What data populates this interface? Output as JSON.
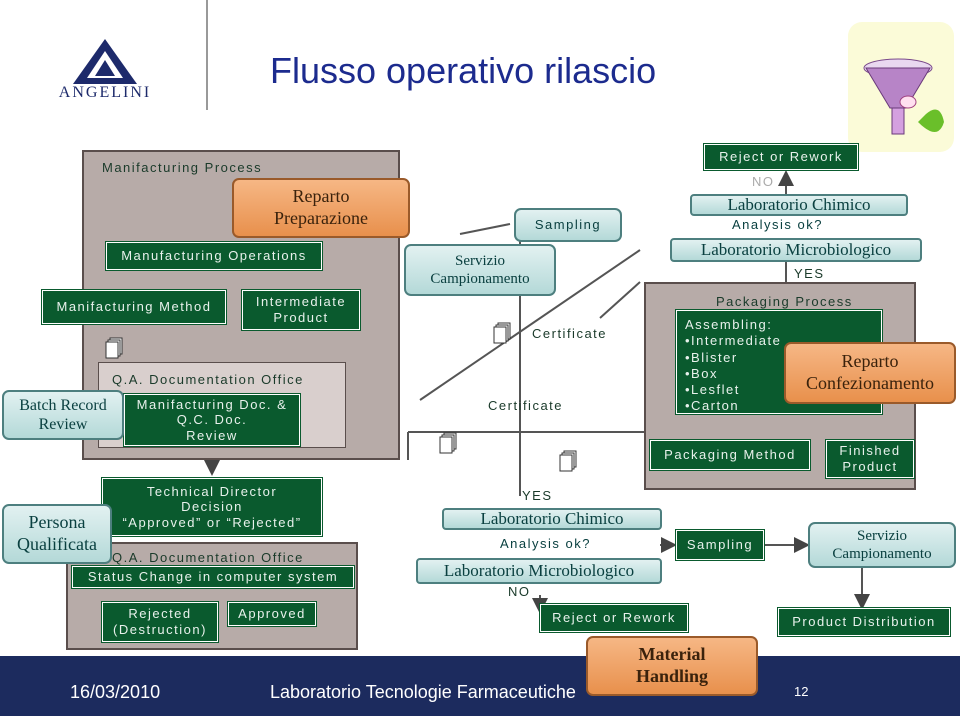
{
  "title": "Flusso operativo rilascio",
  "logo_text": "ANGELINI",
  "left_panel": {
    "manufacturing_process": "Manifacturing Process",
    "reparto_preparazione": "Reparto\nPreparazione",
    "manufacturing_operations": "Manufacturing Operations",
    "manifacturing_method": "Manifacturing Method",
    "intermediate_product": "Intermediate\nProduct",
    "qa_documentation_office": "Q.A. Documentation Office",
    "manifacturing_doc_review": "Manifacturing Doc. &\nQ.C. Doc.\nReview",
    "batch_record_review": "Batch Record\nReview"
  },
  "center_top": {
    "servizio_campionamento": "Servizio\nCampionamento",
    "sampling": "Sampling",
    "certificate_1": "Certificate",
    "certificate_2": "Certificate"
  },
  "right_panel": {
    "reject_or_rework": "Reject or Rework",
    "no": "NO",
    "lab_chimico": "Laboratorio Chimico",
    "analysis_ok": "Analysis ok?",
    "lab_microbiologico": "Laboratorio Microbiologico",
    "yes": "YES",
    "packaging_process": "Packaging Process",
    "assembling": "Assembling:\n•Intermediate\n•Blister\n•Box\n•Lesflet\n•Carton",
    "reparto_confezionamento": "Reparto\nConfezionamento",
    "packaging_method": "Packaging Method",
    "finished_product": "Finished\nProduct"
  },
  "bottom_left": {
    "technical_director": "Technical Director\nDecision\n“Approved” or “Rejected”",
    "persona_qualificata": "Persona\nQualificata",
    "qa_doc_office_status": "Q.A. Documentation Office",
    "status_change": "Status Change in computer system",
    "rejected": "Rejected\n(Destruction)",
    "approved": "Approved"
  },
  "bottom_center": {
    "yes": "YES",
    "lab_chimico": "Laboratorio Chimico",
    "analysis_ok": "Analysis ok?",
    "lab_microbiologico": "Laboratorio Microbiologico",
    "no": "NO",
    "reject_or_rework": "Reject or Rework",
    "sampling": "Sampling",
    "servizio_campionamento": "Servizio\nCampionamento",
    "product_distribution": "Product Distribution",
    "material_handling": "Material\nHandling"
  },
  "footer": {
    "date": "16/03/2010",
    "org": "Laboratorio Tecnologie Farmaceutiche",
    "page": "12"
  },
  "colors": {
    "dark_green": "#0a5a2e",
    "panel_gray": "#b7aba8",
    "teal_box": "#b4d9d8",
    "orange_box": "#e8904c",
    "footer_blue": "#1c2b5e",
    "title_blue": "#1c2b8e"
  }
}
